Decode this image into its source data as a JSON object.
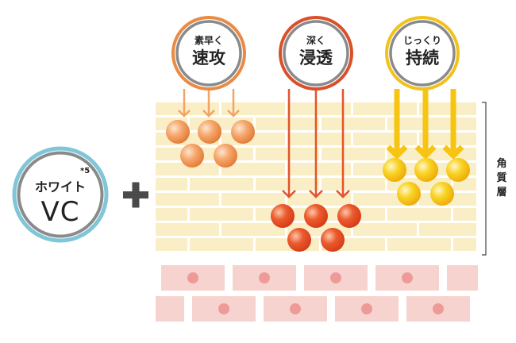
{
  "product": {
    "name": "ホワイト",
    "code": "VC",
    "footnote": "*5"
  },
  "plus_symbol": "plus",
  "badges": [
    {
      "sub": "素早く",
      "main": "速攻",
      "ring_color": "#e98a45"
    },
    {
      "sub": "深く",
      "main": "浸透",
      "ring_color": "#d9502a"
    },
    {
      "sub": "じっくり",
      "main": "持続",
      "ring_color": "#f0c21a"
    }
  ],
  "layer_label": [
    "角",
    "質",
    "層"
  ],
  "colors": {
    "brick": "#faeec6",
    "cell_pink": "#f7d3d0",
    "cell_nucleus": "#ee9a98",
    "vc_ring": "#7fc6d8",
    "ring_gray": "#8a8a8a",
    "orange_light": "#f3a366",
    "orange_deep": "#e3532a",
    "yellow": "#f7c411"
  }
}
